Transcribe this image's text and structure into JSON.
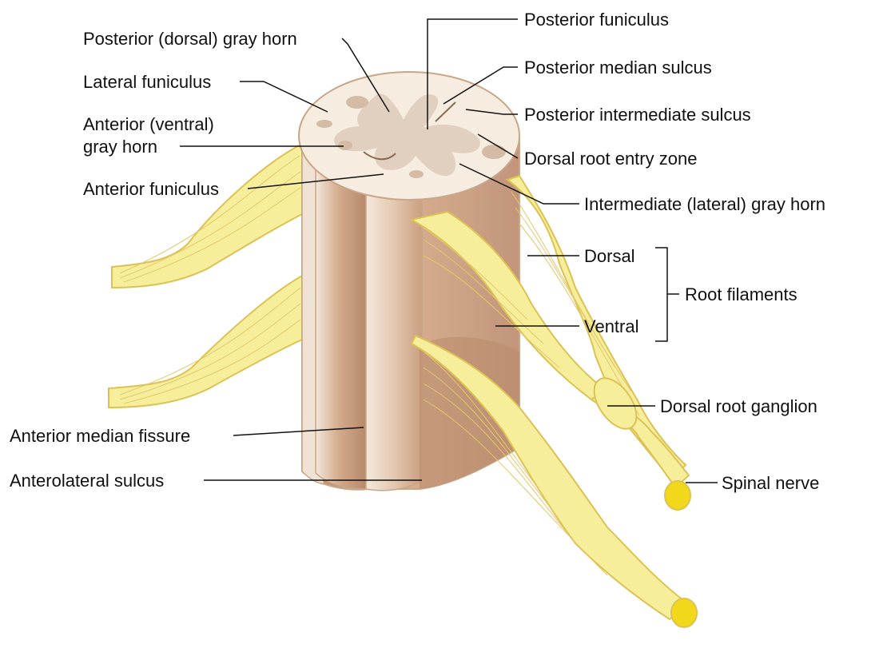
{
  "colors": {
    "nerve_fill": "#f7ee9c",
    "nerve_stroke": "#dcc255",
    "nerve_fiber": "#ecd97a",
    "cord_dark": "#c59a7c",
    "cord_mid": "#d9b497",
    "cord_light": "#f1e2d2",
    "section_white": "#f6ece0",
    "section_gray": "#e1cfbf",
    "outline": "#c8a689",
    "nerve_end": "#f2d81a"
  },
  "labels": {
    "posterior_funiculus": "Posterior funiculus",
    "posterior_dorsal_gray_horn": "Posterior (dorsal) gray horn",
    "posterior_median_sulcus": "Posterior median sulcus",
    "lateral_funiculus": "Lateral funiculus",
    "posterior_intermediate_sulcus": "Posterior intermediate sulcus",
    "anterior_ventral_line1": "Anterior (ventral)",
    "anterior_ventral_line2": "gray horn",
    "dorsal_root_entry_zone": "Dorsal root entry zone",
    "anterior_funiculus": "Anterior funiculus",
    "intermediate_lateral_gray_horn": "Intermediate (lateral) gray horn",
    "dorsal": "Dorsal",
    "root_filaments": "Root filaments",
    "ventral": "Ventral",
    "dorsal_root_ganglion": "Dorsal root ganglion",
    "anterior_median_fissure": "Anterior median fissure",
    "anterolateral_sulcus": "Anterolateral sulcus",
    "spinal_nerve": "Spinal nerve"
  }
}
